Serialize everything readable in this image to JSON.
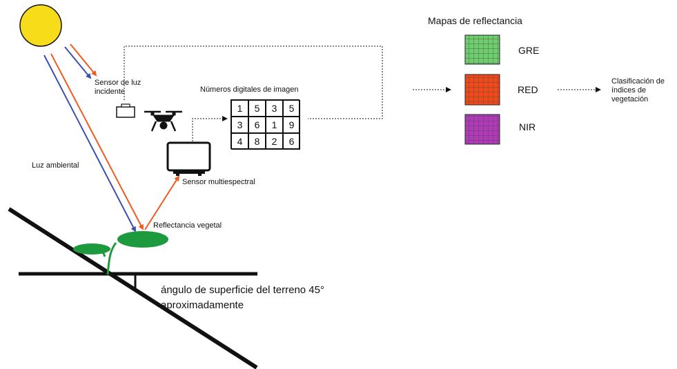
{
  "labels": {
    "sensor_luz": "Sensor de luz incidente",
    "numeros_digitales": "Números digitales de imagen",
    "luz_ambiental": "Luz ambiental",
    "sensor_multiespectral": "Sensor multiespectral",
    "reflectancia_vegetal": "Reflectancia vegetal",
    "angulo": "ángulo de superficie del terreno 45° aproximadamente",
    "mapas": "Mapas de reflectancia",
    "clasificacion": "Clasificación de índices de vegetación"
  },
  "digital_numbers": [
    [
      "1",
      "5",
      "3",
      "5"
    ],
    [
      "3",
      "6",
      "1",
      "9"
    ],
    [
      "4",
      "8",
      "2",
      "6"
    ]
  ],
  "bands": [
    {
      "name": "GRE",
      "color": "#6fcf6f"
    },
    {
      "name": "RED",
      "color": "#f04a1a"
    },
    {
      "name": "NIR",
      "color": "#b03ab8"
    }
  ],
  "colors": {
    "sun": "#f7dc1a",
    "blue_ray": "#3a4fb0",
    "orange_ray": "#f05a1e",
    "leaf": "#1e9a3e"
  },
  "icons": [
    "sun-icon",
    "drone-icon",
    "light-sensor-icon",
    "multispectral-camera-icon",
    "plant-icon"
  ]
}
